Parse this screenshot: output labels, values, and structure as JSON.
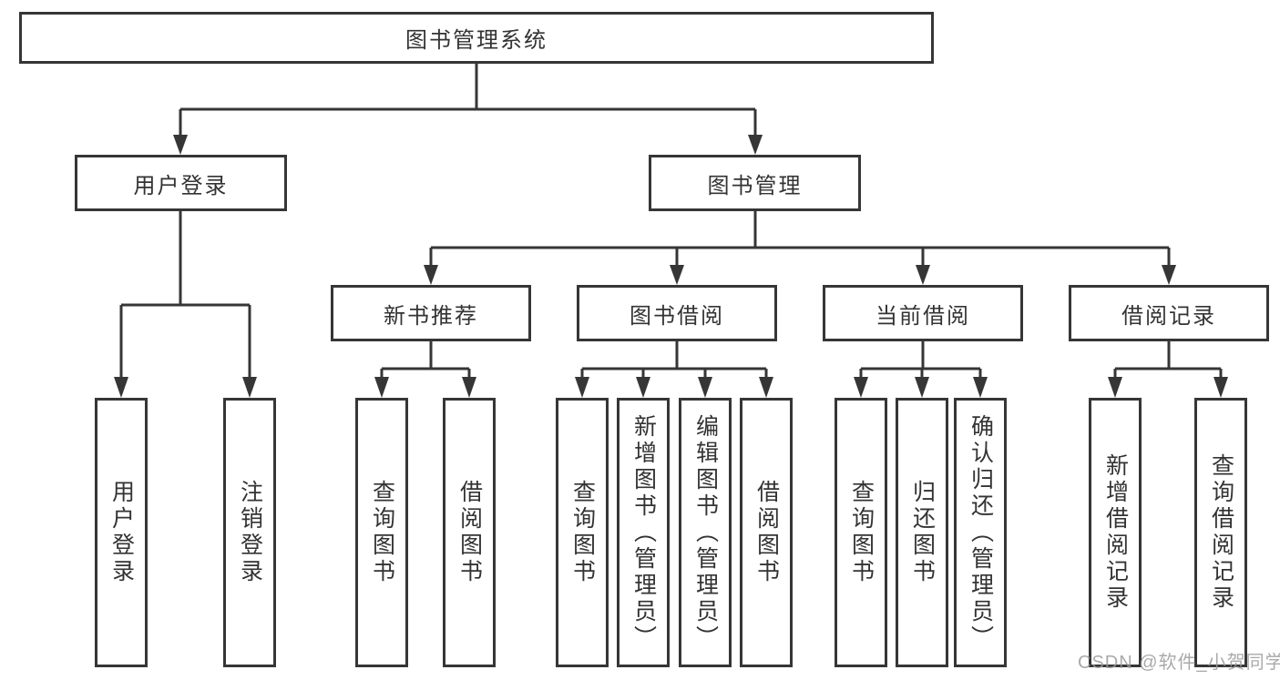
{
  "colors": {
    "background": "#ffffff",
    "line": "#363636",
    "box_border": "#363636",
    "text": "#333333",
    "watermark": "#9b9b9b"
  },
  "tree": {
    "root": {
      "label": "图书管理系统"
    },
    "level2": [
      {
        "id": "user-login",
        "label": "用户登录"
      },
      {
        "id": "book-management",
        "label": "图书管理"
      }
    ],
    "level3": [
      {
        "id": "new-book-recommend",
        "label": "新书推荐"
      },
      {
        "id": "book-borrow",
        "label": "图书借阅"
      },
      {
        "id": "current-borrow",
        "label": "当前借阅"
      },
      {
        "id": "borrow-records",
        "label": "借阅记录"
      }
    ],
    "leaves": {
      "user_login": [
        {
          "label": "用户登录"
        },
        {
          "label": "注销登录"
        }
      ],
      "new_book_recommend": [
        {
          "label": "查询图书"
        },
        {
          "label": "借阅图书"
        }
      ],
      "book_borrow": [
        {
          "label": "查询图书"
        },
        {
          "label": "新增图书（管理员）"
        },
        {
          "label": "编辑图书（管理员）"
        },
        {
          "label": "借阅图书"
        }
      ],
      "current_borrow": [
        {
          "label": "查询图书"
        },
        {
          "label": "归还图书"
        },
        {
          "label": "确认归还（管理员）"
        }
      ],
      "borrow_records": [
        {
          "label": "新增借阅记录"
        },
        {
          "label": "查询借阅记录"
        }
      ]
    }
  },
  "watermark": {
    "text": "CSDN @软件_小贺同学"
  }
}
